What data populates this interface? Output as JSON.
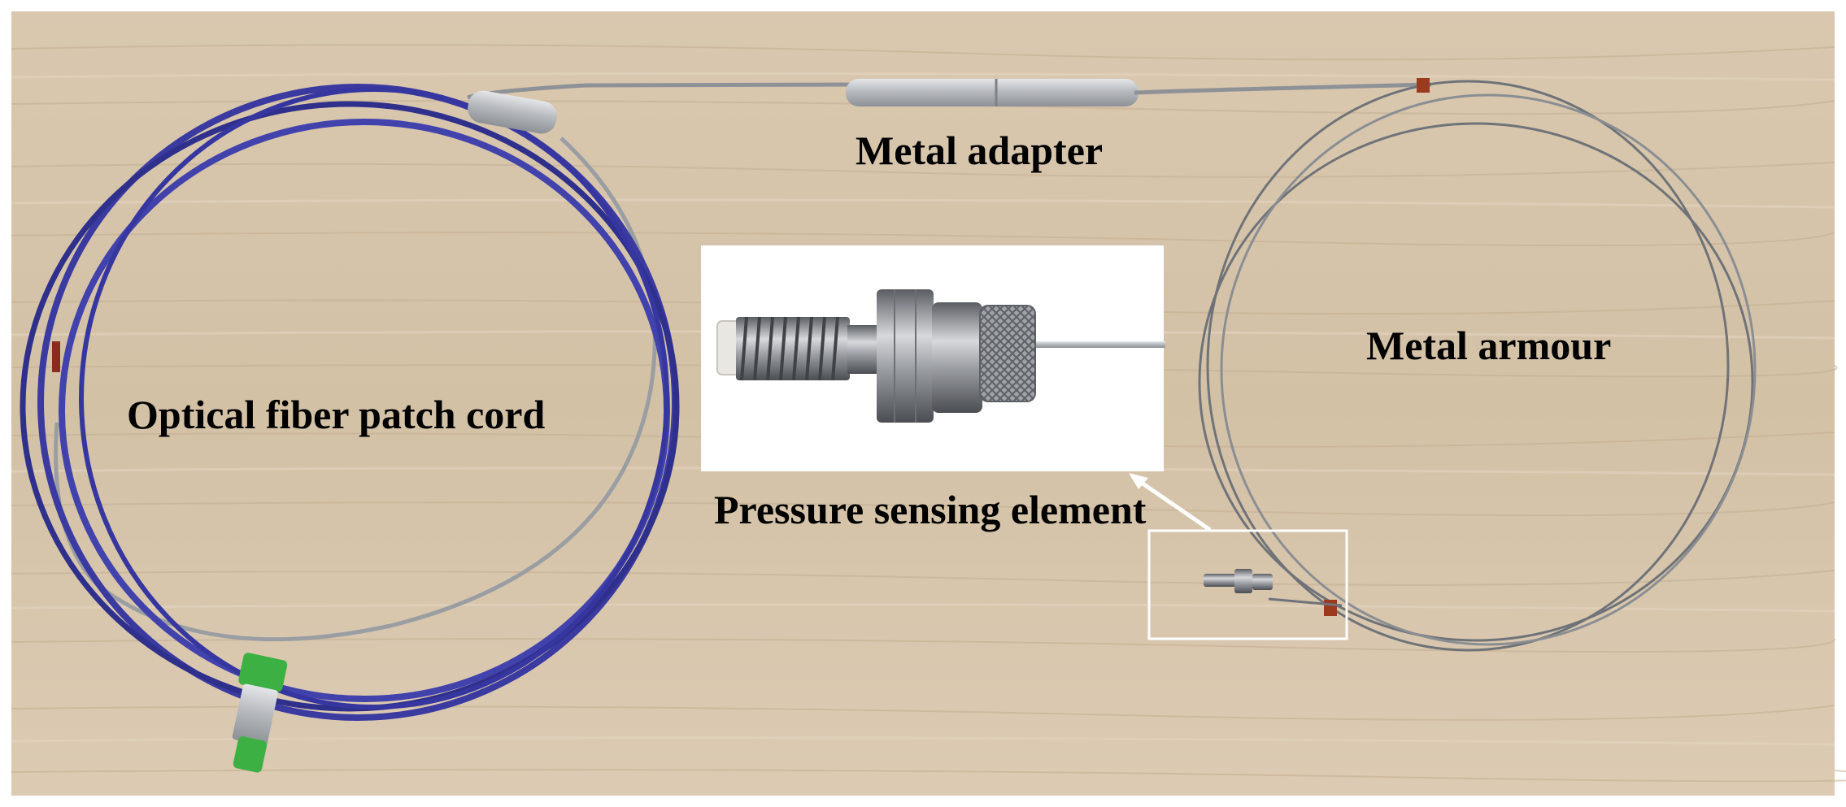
{
  "labels": {
    "metal_adapter": "Metal adapter",
    "optical_fiber_patch_cord": "Optical fiber patch cord",
    "metal_armour": "Metal armour",
    "pressure_sensing_element": "Pressure sensing element"
  },
  "colors": {
    "wood": "#d8c7ae",
    "patch_cord": "#3a3aa0",
    "connector_green": "#3cb043",
    "steel": "#b5b8bc",
    "inset_background": "#ffffff",
    "highlight_box": "#ffffff"
  }
}
